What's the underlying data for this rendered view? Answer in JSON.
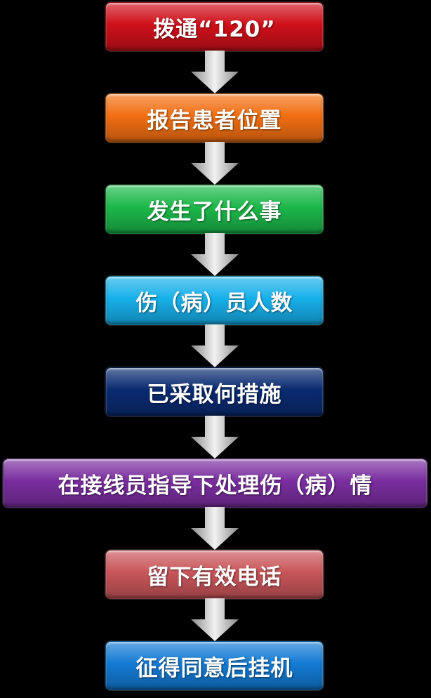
{
  "flowchart": {
    "steps": [
      {
        "label": "拨通“120”",
        "color": "#d0101a"
      },
      {
        "label": "报告患者位置",
        "color": "#f26f12"
      },
      {
        "label": "发生了什么事",
        "color": "#1cb84a"
      },
      {
        "label": "伤（病）员人数",
        "color": "#17b0ea"
      },
      {
        "label": "已采取何措施",
        "color": "#0a2b72"
      },
      {
        "label": "在接线员指导下处理伤（病）情",
        "color": "#7a2ea0"
      },
      {
        "label": "留下有效电话",
        "color": "#c9565a"
      },
      {
        "label": "征得同意后挂机",
        "color": "#137bd4"
      }
    ],
    "arrow_color": "#c8c8c8"
  }
}
